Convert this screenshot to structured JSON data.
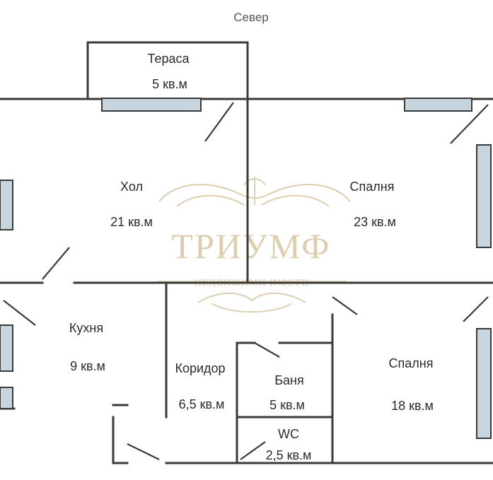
{
  "compass": "Север",
  "watermark": {
    "brand": "ТРИУМФ",
    "tagline": "НЕДВИЖИМИ ИМОТИ"
  },
  "rooms": {
    "terrace": {
      "name": "Тераса",
      "area": "5 кв.м"
    },
    "hall": {
      "name": "Хол",
      "area": "21 кв.м"
    },
    "bedroom1": {
      "name": "Спалня",
      "area": "23 кв.м"
    },
    "kitchen": {
      "name": "Кухня",
      "area": "9 кв.м"
    },
    "corridor": {
      "name": "Коридор",
      "area": "6,5 кв.м"
    },
    "bathroom": {
      "name": "Баня",
      "area": "5 кв.м"
    },
    "wc": {
      "name": "WC",
      "area": "2,5 кв.м"
    },
    "bedroom2": {
      "name": "Спалня",
      "area": "18 кв.м"
    }
  },
  "colors": {
    "wall": "#3a3a3a",
    "window": "#c7d5df",
    "watermark": "#d9c9a6"
  }
}
